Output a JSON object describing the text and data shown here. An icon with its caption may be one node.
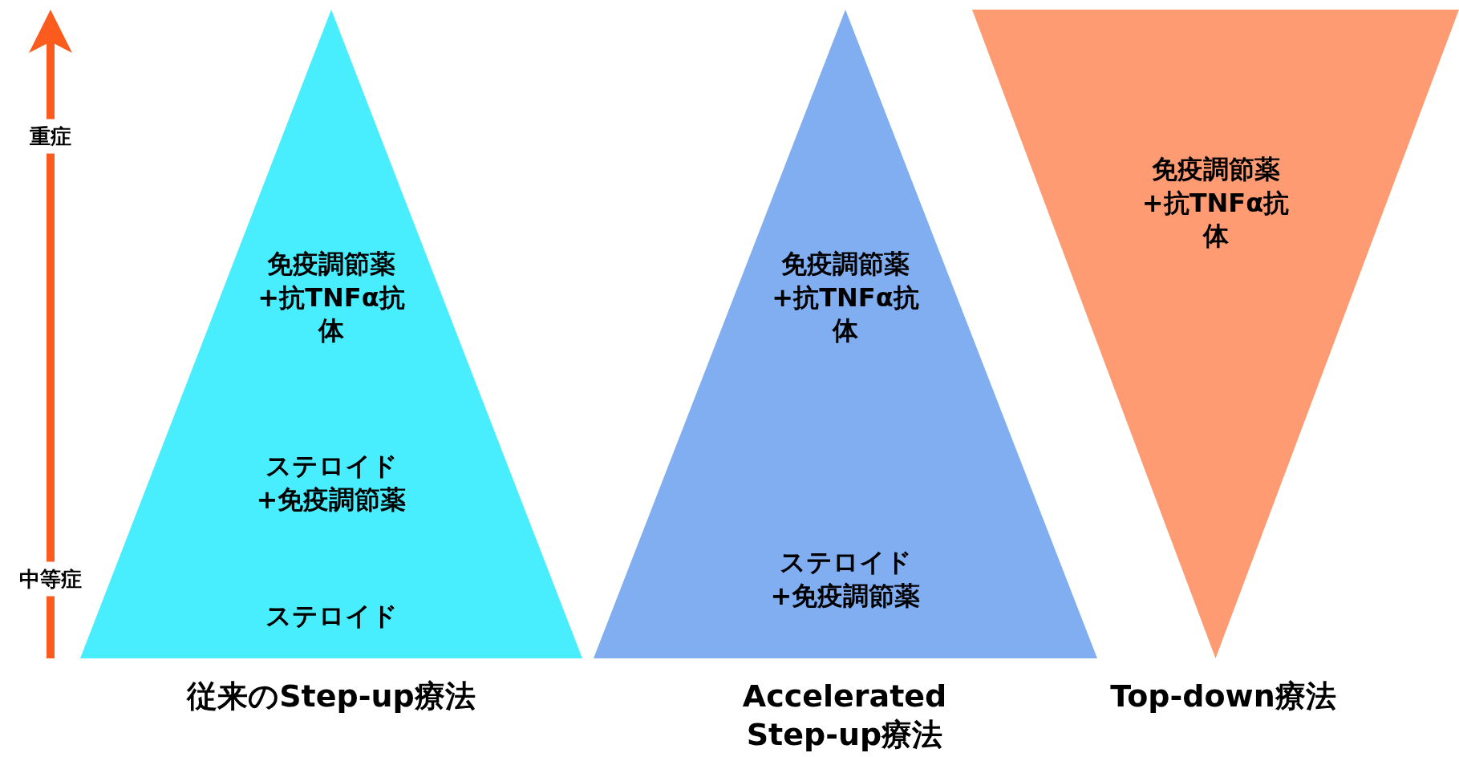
{
  "diagram": {
    "nodes": [
      {
        "text": [
          "免疫調節薬+抗TNFα抗体",
          "ステロイド+免疫調節薬",
          "ステロイド"
        ],
        "beside": [
          "従来のStep-up療法"
        ]
      },
      {
        "text": [
          "免疫調節薬+抗TNFα抗体",
          "ステロイド+免疫調節薬"
        ],
        "beside": [
          "Accelerated Step-up療法"
        ]
      },
      {
        "text": [
          "免疫調節薬+抗TNFα抗体"
        ],
        "beside": [
          "Top-down療法"
        ]
      }
    ],
    "edges": [],
    "labels": [
      "重症",
      "中等症"
    ]
  }
}
